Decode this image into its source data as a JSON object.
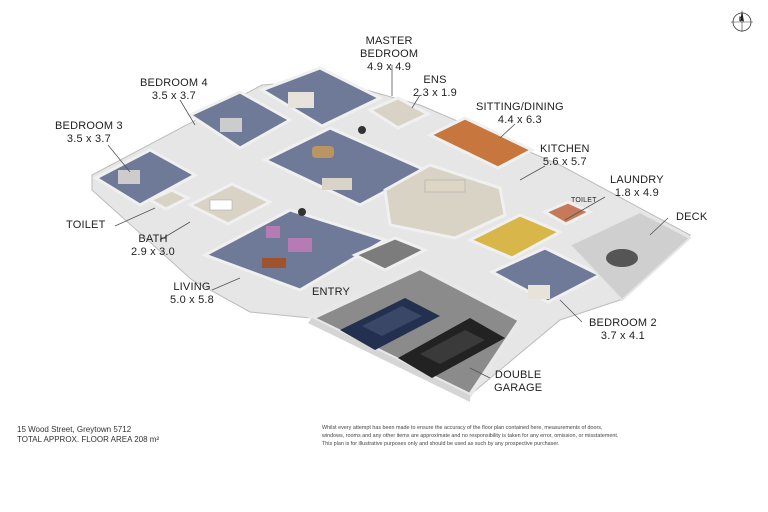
{
  "rooms": [
    {
      "id": "master",
      "name": "MASTER",
      "name2": "BEDROOM",
      "dims": "4.9 x 4.9"
    },
    {
      "id": "bed4",
      "name": "BEDROOM 4",
      "dims": "3.5 x 3.7"
    },
    {
      "id": "ens",
      "name": "ENS",
      "dims": "2.3 x 1.9"
    },
    {
      "id": "sitting",
      "name": "SITTING/DINING",
      "dims": "4.4 x 6.3"
    },
    {
      "id": "bed3",
      "name": "BEDROOM 3",
      "dims": "3.5 x 3.7"
    },
    {
      "id": "kitchen",
      "name": "KITCHEN",
      "dims": "5.6 x 5.7"
    },
    {
      "id": "laundry",
      "name": "LAUNDRY",
      "dims": "1.8 x 4.9"
    },
    {
      "id": "toilet2",
      "name": "TOILET",
      "dims": ""
    },
    {
      "id": "deck",
      "name": "DECK",
      "dims": ""
    },
    {
      "id": "toilet",
      "name": "TOILET",
      "dims": ""
    },
    {
      "id": "bath",
      "name": "BATH",
      "dims": "2.9 x 3.0"
    },
    {
      "id": "living",
      "name": "LIVING",
      "dims": "5.0 x 5.8"
    },
    {
      "id": "entry",
      "name": "ENTRY",
      "dims": ""
    },
    {
      "id": "bed2",
      "name": "BEDROOM 2",
      "dims": "3.7 x 4.1"
    },
    {
      "id": "garage",
      "name": "DOUBLE",
      "name2": "GARAGE",
      "dims": ""
    }
  ],
  "footer": {
    "address": "15 Wood Street, Greytown 5712",
    "area": "TOTAL APPROX. FLOOR AREA 208 m²"
  },
  "disclaimer": {
    "line1": "Whilst every attempt has been made to ensure the accuracy of the floor plan contained here, measurements of doors,",
    "line2": "windows, rooms and any other items are approximate and no responsibility is taken for any error, omission, or misstatement.",
    "line3": "This plan is for illustrative purposes only and should be used as such by any prospective purchaser."
  },
  "compass": {
    "label": "N"
  },
  "colors": {
    "floor_blue": "#6f7a98",
    "floor_wood": "#c7763d",
    "floor_tile": "#d9d3c6",
    "deck": "#cfcfcf",
    "garage": "#8b8b8b",
    "wall": "#f2f2f2",
    "wall_shade": "#bdbdbd"
  }
}
